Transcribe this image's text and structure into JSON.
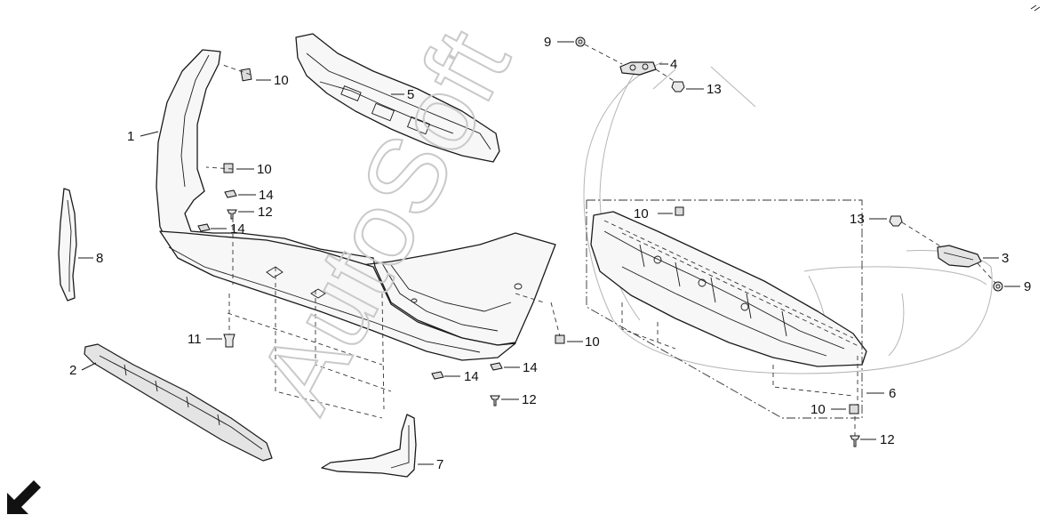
{
  "diagram": {
    "title": "",
    "callouts": [
      {
        "id": "c1",
        "label": "1"
      },
      {
        "id": "c2",
        "label": "2"
      },
      {
        "id": "c3",
        "label": "3"
      },
      {
        "id": "c4",
        "label": "4"
      },
      {
        "id": "c5",
        "label": "5"
      },
      {
        "id": "c6",
        "label": "6"
      },
      {
        "id": "c7",
        "label": "7"
      },
      {
        "id": "c8",
        "label": "8"
      },
      {
        "id": "c9a",
        "label": "9"
      },
      {
        "id": "c9b",
        "label": "9"
      },
      {
        "id": "c10a",
        "label": "10"
      },
      {
        "id": "c10b",
        "label": "10"
      },
      {
        "id": "c10c",
        "label": "10"
      },
      {
        "id": "c10d",
        "label": "10"
      },
      {
        "id": "c10e",
        "label": "10"
      },
      {
        "id": "c11",
        "label": "11"
      },
      {
        "id": "c12a",
        "label": "12"
      },
      {
        "id": "c12b",
        "label": "12"
      },
      {
        "id": "c12c",
        "label": "12"
      },
      {
        "id": "c13a",
        "label": "13"
      },
      {
        "id": "c13b",
        "label": "13"
      },
      {
        "id": "c14a",
        "label": "14"
      },
      {
        "id": "c14b",
        "label": "14"
      },
      {
        "id": "c14c",
        "label": "14"
      },
      {
        "id": "c14d",
        "label": "14"
      }
    ],
    "watermark": "AutoSoft",
    "direction_icon": "front-direction-arrow-icon"
  }
}
